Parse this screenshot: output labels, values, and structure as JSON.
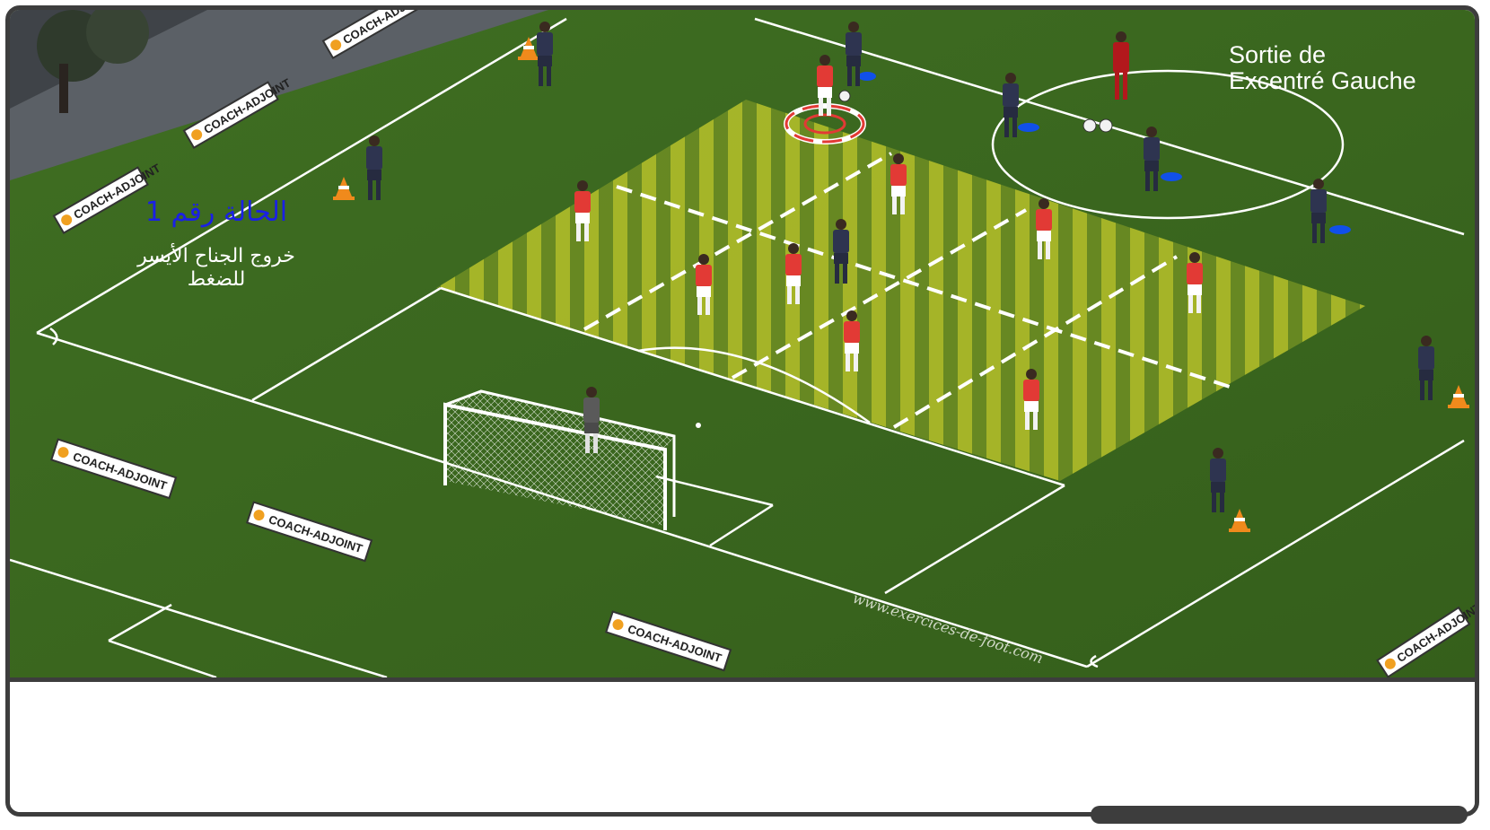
{
  "colors": {
    "frame": "#3d3d3d",
    "grass": "#3c6a1f",
    "zone_stripe_a": "#b8c22a",
    "zone_stripe_b": "#6f8e23",
    "home_bib": "#e23a35",
    "away_kit": "#2e3450",
    "gk_kit": "#5a5a5a",
    "marker": "#1150e8",
    "title_blue": "#1a20e6"
  },
  "annotations": {
    "arabic_title": "الحالة رقم 1",
    "arabic_sub_line1": "خروج الجناح الأيسر",
    "arabic_sub_line2": "للضغط",
    "french_line1": "Sortie de",
    "french_line2": "Excentré Gauche"
  },
  "boards": [
    "COACH-ADJOINT",
    "COACH-ADJOINT",
    "COACH-ADJOINT",
    "COACH-ADJOINT",
    "COACH-ADJOINT",
    "COACH-ADJOINT",
    "COACH-ADJOINT"
  ],
  "watermark": "www.exercices-de-foot.com",
  "icons": {
    "player": "player-figure-icon",
    "cone": "cone-icon",
    "ball": "ball-icon",
    "marker": "marker-disc-icon",
    "target": "target-ring-icon",
    "goal": "goal-net-icon"
  }
}
